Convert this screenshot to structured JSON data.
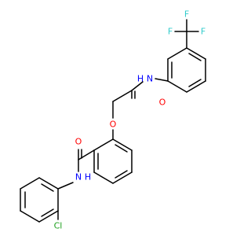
{
  "colors": {
    "bond": "#000000",
    "nitrogen": "#0000ff",
    "oxygen": "#ff0000",
    "fluorine": "#33cccc",
    "chlorine": "#1fa01f"
  },
  "labels": {
    "nh_top": "N",
    "h_top": "H",
    "o_carbonyl_top": "O",
    "o_ether": "O",
    "o_carbonyl_bottom": "O",
    "nh_bottom": "N",
    "h_bottom": "H",
    "cl": "Cl",
    "f_left": "F",
    "f_top": "F",
    "f_right": "F"
  }
}
